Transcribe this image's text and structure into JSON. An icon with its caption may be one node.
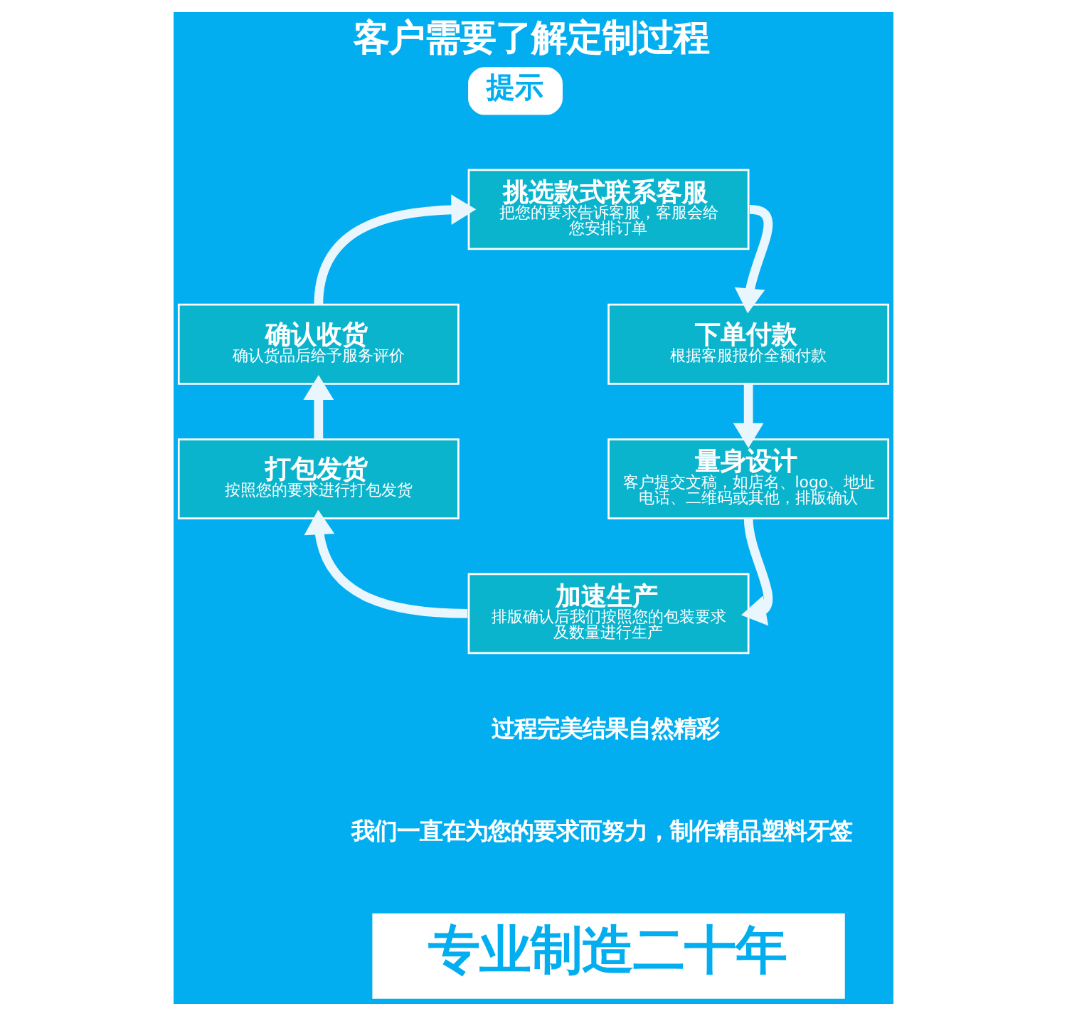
{
  "diagram": {
    "title": "客户需要了解定制过程",
    "nodes": [
      {
        "text": [
          "提示"
        ]
      },
      {
        "text": [
          "挑选款式联系客服",
          "把您的要求告诉客服，客服会给您安排订单"
        ]
      },
      {
        "text": [
          "下单付款",
          "根据客服报价全额付款"
        ]
      },
      {
        "text": [
          "量身设计",
          "客户提交文稿，如店名、logo、地址电话、二维码或其他，排版确认"
        ]
      },
      {
        "text": [
          "加速生产",
          "排版确认后我们按照您的包装要求及数量进行生产"
        ]
      },
      {
        "text": [
          "打包发货",
          "按照您的要求进行打包发货"
        ]
      },
      {
        "text": [
          "确认收货",
          "确认货品后给予服务评价"
        ]
      }
    ],
    "edges": [
      {
        "from": 1,
        "to": 2,
        "arrow": "to"
      },
      {
        "from": 2,
        "to": 3,
        "arrow": "to"
      },
      {
        "from": 3,
        "to": 4,
        "arrow": "to"
      },
      {
        "from": 4,
        "to": 5,
        "arrow": "to"
      },
      {
        "from": 5,
        "to": 6,
        "arrow": "to"
      },
      {
        "from": 6,
        "to": 1,
        "arrow": "to"
      }
    ],
    "labels": [
      "过程完美结果自然精彩",
      "我们一直在为您的要求而努力，制作精品塑料牙签",
      "专业制造二十年"
    ]
  }
}
